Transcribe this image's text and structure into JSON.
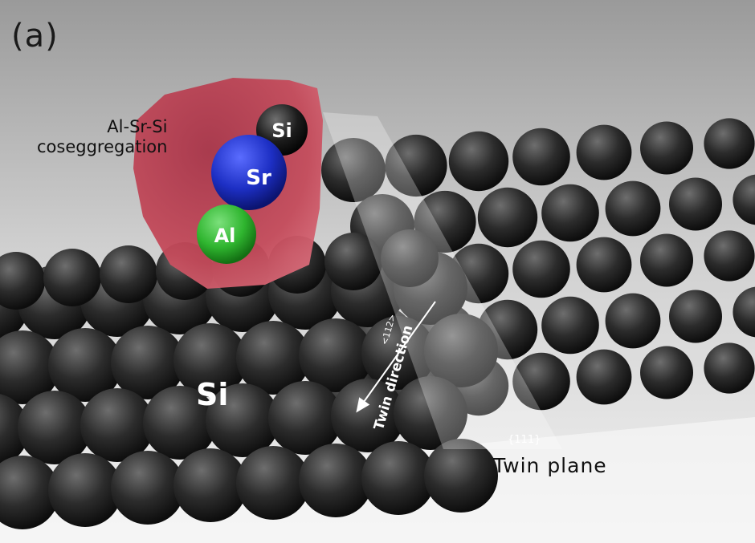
{
  "panel_label": "(a)",
  "cluster_caption": {
    "line1": "Al-Sr-Si",
    "line2": "coseggregation"
  },
  "atoms": [
    {
      "symbol": "Si",
      "color": "#1c1c1c",
      "text_color": "#ffffff"
    },
    {
      "symbol": "Sr",
      "color": "#1d2fc4",
      "text_color": "#ffffff"
    },
    {
      "symbol": "Al",
      "color": "#2fb52f",
      "text_color": "#ffffff"
    }
  ],
  "cluster_color": "#c44a5a",
  "crystal_label": "Si",
  "crystal_atom_color": "#2b2b2b",
  "twin_direction": {
    "miller": "<112>",
    "label": "Twin direction"
  },
  "twin_plane": {
    "miller": "{111}",
    "label": "Twin plane"
  }
}
